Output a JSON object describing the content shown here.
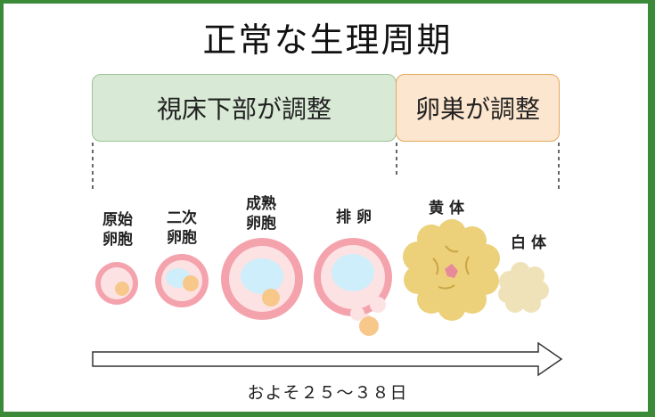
{
  "title": "正常な生理周期",
  "regulation": {
    "hypothalamus": "視床下部が調整",
    "ovary": "卵巣が調整"
  },
  "stages": {
    "primordial": {
      "line1": "原始",
      "line2": "卵胞"
    },
    "secondary": {
      "line1": "二次",
      "line2": "卵胞"
    },
    "mature": {
      "line1": "成熟",
      "line2": "卵胞"
    },
    "ovulation": {
      "line1": "排 卵"
    },
    "corpus_luteum": {
      "line1": "黄 体"
    },
    "corpus_albicans": {
      "line1": "白 体"
    }
  },
  "duration": "およそ２５～３８日",
  "colors": {
    "frame": "#3a8a3a",
    "hypothalamus_band": "#d8ead5",
    "ovary_band": "#fde6cf",
    "follicle_ring": "#f4a3ad",
    "follicle_fluid": "#cdeefa",
    "oocyte": "#f7c88a",
    "corpus_luteum": "#ecd07a",
    "corpus_albicans": "#f0e2b8"
  }
}
